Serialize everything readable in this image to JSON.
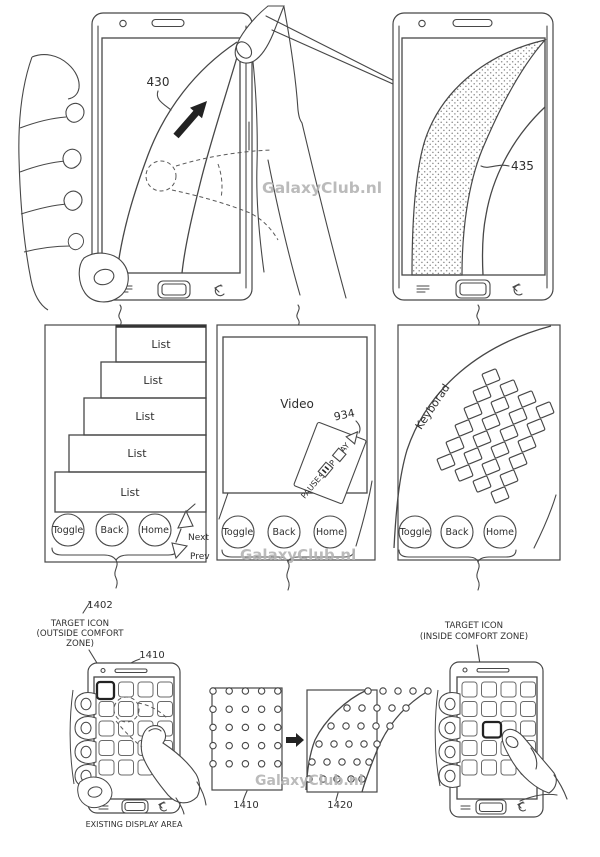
{
  "watermark": {
    "text": "GalaxyClub.nl",
    "color": "#b4b4b4"
  },
  "top": {
    "swipe_ref": "430",
    "band_ref": "435"
  },
  "middle": {
    "nav_buttons": [
      "Toggle",
      "Back",
      "Home"
    ],
    "list_panel": {
      "items": [
        "List",
        "List",
        "List",
        "List",
        "List"
      ],
      "next_label": "Next",
      "prev_label": "Prev"
    },
    "video_panel": {
      "title": "Video",
      "controls_ref": "934",
      "control_labels": [
        "PLAY",
        "STOP",
        "PAUSE"
      ]
    },
    "keyboard_panel": {
      "title": "Keyborad"
    }
  },
  "bottom": {
    "left": {
      "ref": "1402",
      "label_line1": "TARGET ICON",
      "label_line2": "(OUTSIDE COMFORT",
      "label_line3": "ZONE)",
      "phone_ref": "1410",
      "caption": "EXISTING DISPLAY AREA"
    },
    "middle": {
      "grid_ref": "1410",
      "warped_ref": "1420"
    },
    "right": {
      "label_line1": "TARGET ICON",
      "label_line2": "(INSIDE COMFORT ZONE)"
    }
  }
}
